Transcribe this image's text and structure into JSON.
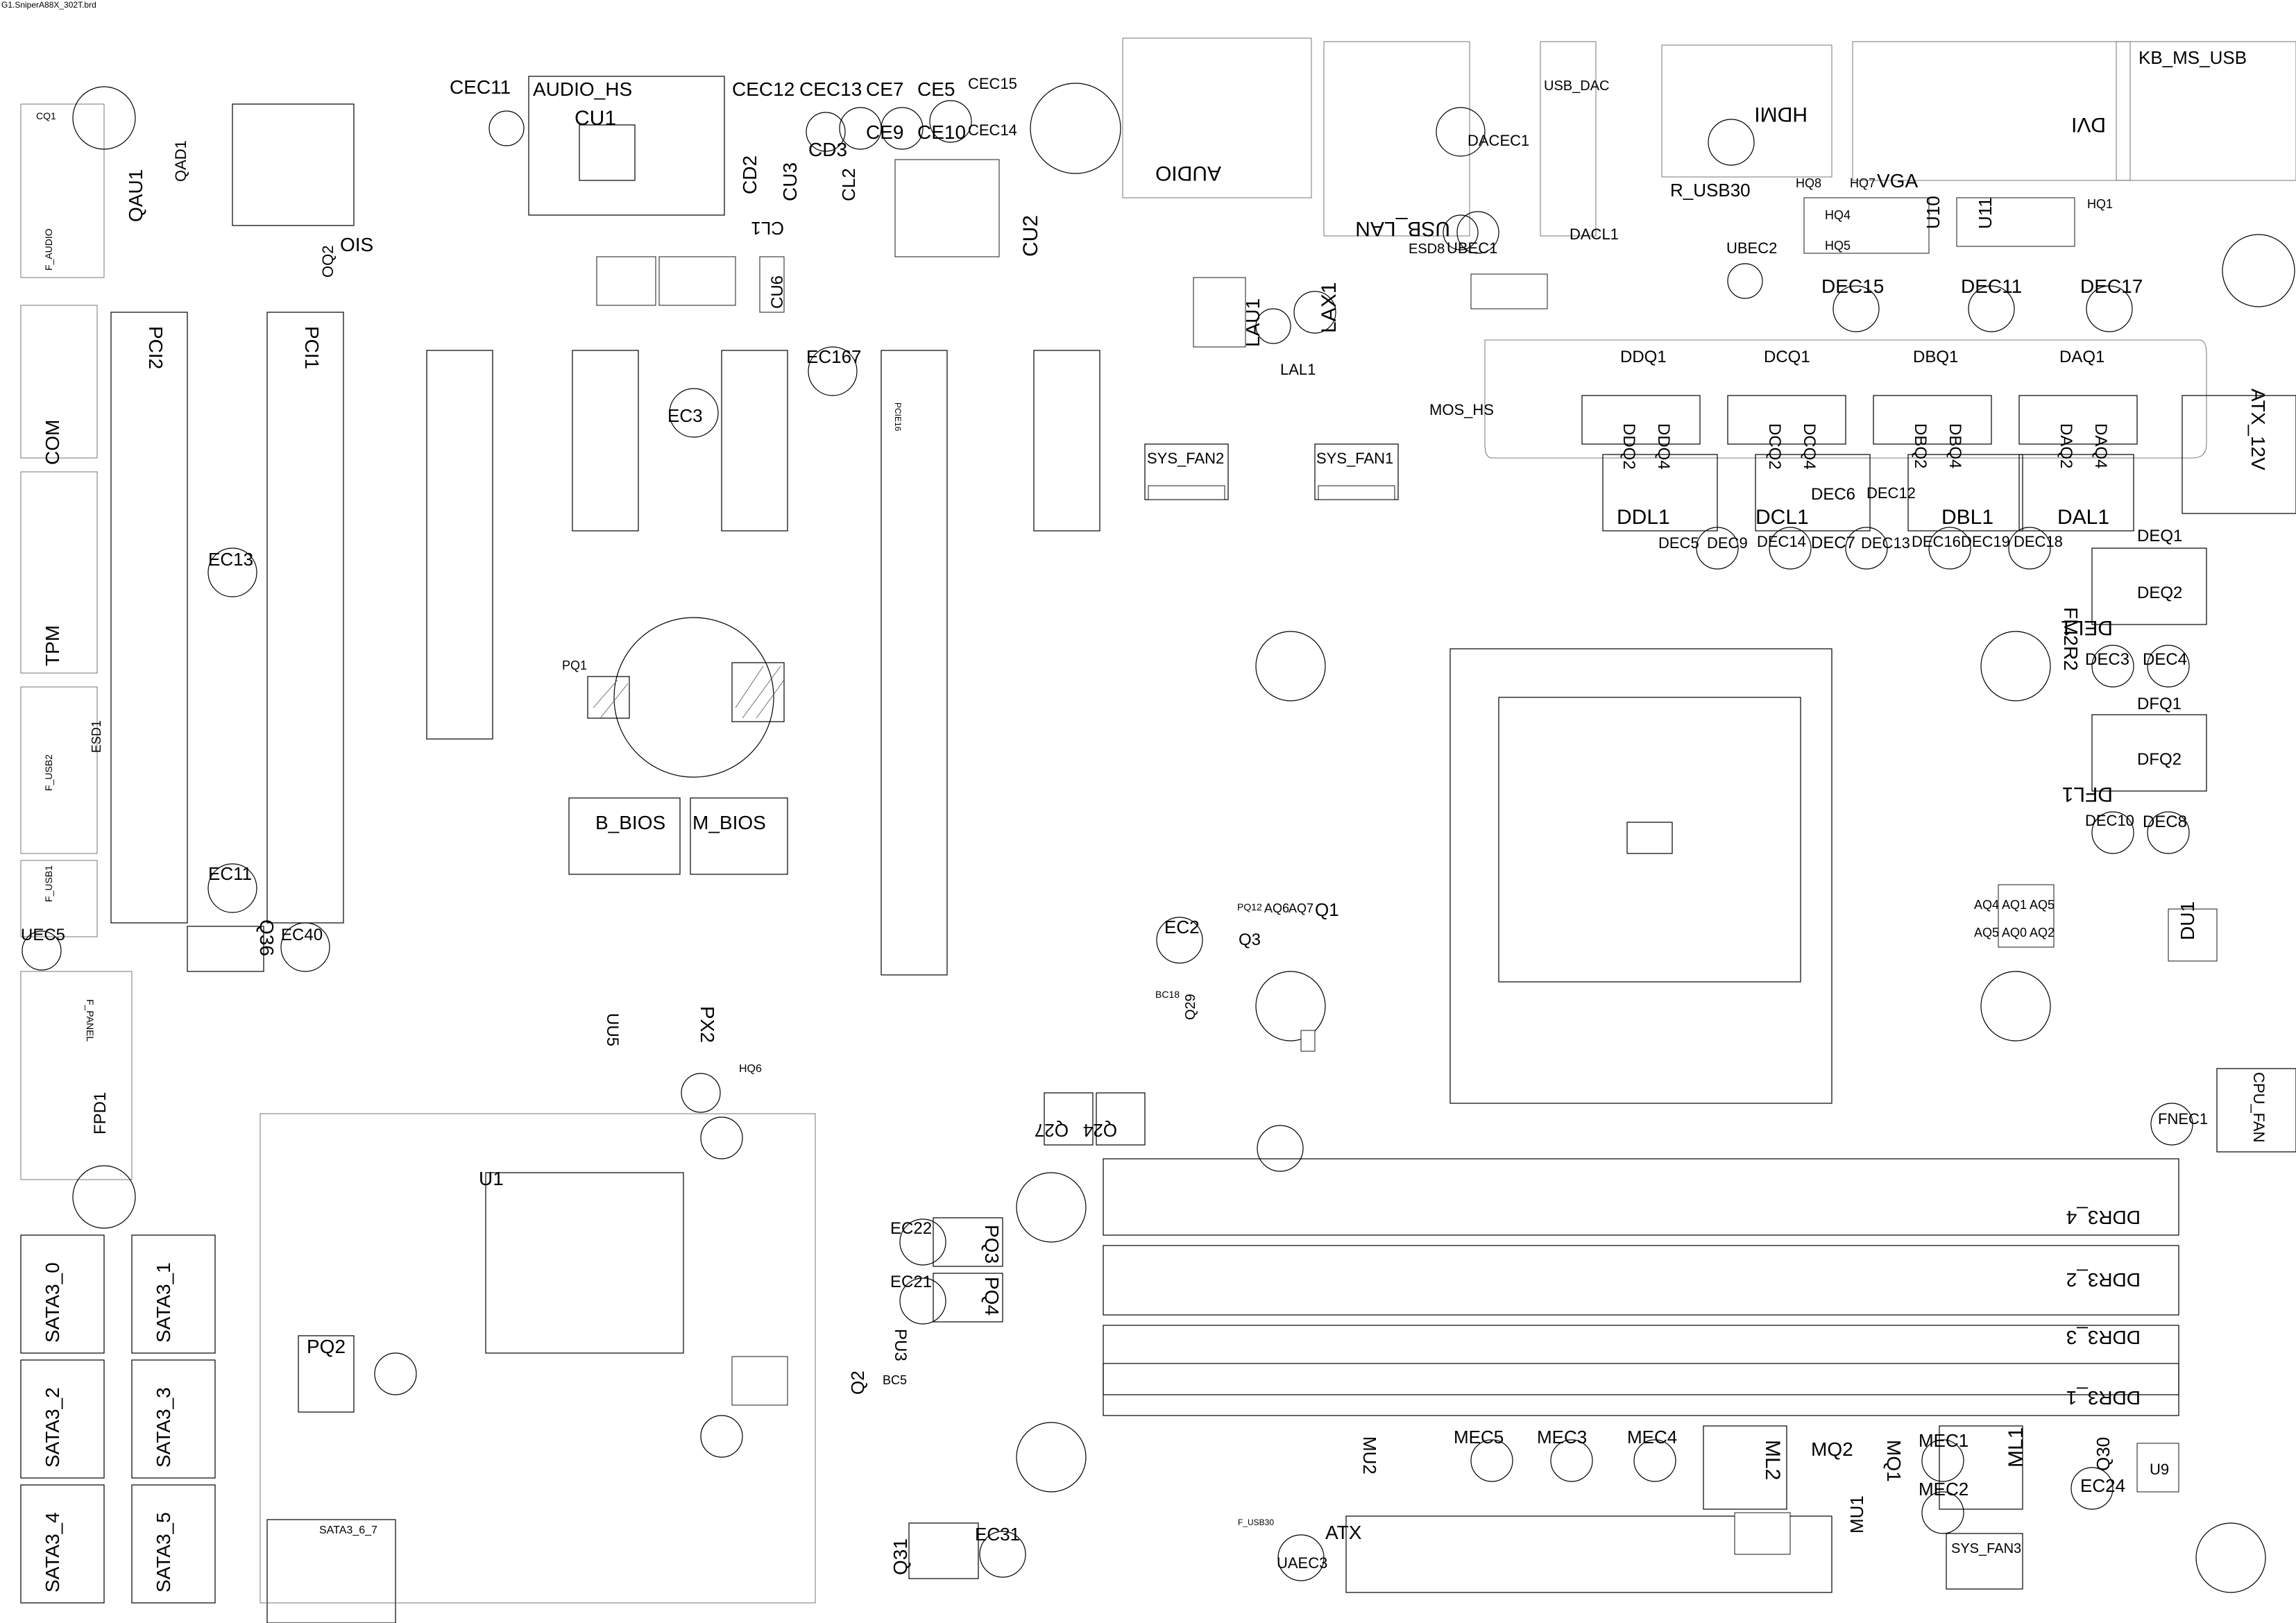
{
  "file_title": "G1.SniperA88X_302T.brd",
  "labels": {
    "cec11": "CEC11",
    "audio_hs": "AUDIO_HS",
    "cu1": "CU1",
    "cec12": "CEC12",
    "cec13": "CEC13",
    "ce7": "CE7",
    "ce5": "CE5",
    "cec15": "CEC15",
    "cec14": "CEC14",
    "ce9": "CE9",
    "ce10": "CE10",
    "cd3": "CD3",
    "cd2": "CD2",
    "cu3": "CU3",
    "cl1": "CL1",
    "cl2": "CL2",
    "cu2": "CU2",
    "cu6": "CU6",
    "audio": "AUDIO",
    "usb_lan": "USB_LAN",
    "usb_dac": "USB_DAC",
    "hdmi": "HDMI",
    "dvi": "DVI",
    "kb_ms_usb": "KB_MS_USB",
    "vga": "VGA",
    "r_usb30": "R_USB30",
    "ubec1": "UBEC1",
    "ubec2": "UBEC2",
    "dacl1": "DACL1",
    "u10": "U10",
    "u11": "U11",
    "dec15": "DEC15",
    "dec11": "DEC11",
    "dec17": "DEC17",
    "lax1": "LAX1",
    "lau1": "LAU1",
    "lal1": "LAL1",
    "mos_hs": "MOS_HS",
    "ddq1": "DDQ1",
    "dcq1": "DCQ1",
    "dbq1": "DBQ1",
    "daq1": "DAQ1",
    "ddq2": "DDQ2",
    "ddq4": "DDQ4",
    "dcq2": "DCQ2",
    "dcq4": "DCQ4",
    "dbq2": "DBQ2",
    "dbq4": "DBQ4",
    "daq2": "DAQ2",
    "daq4": "DAQ4",
    "atx_12v": "ATX_12V",
    "ddl1": "DDL1",
    "dcl1": "DCL1",
    "dbl1": "DBL1",
    "dal1": "DAL1",
    "dec6": "DEC6",
    "dec12": "DEC12",
    "dec5": "DEC5",
    "dec9": "DEC9",
    "dec14": "DEC14",
    "dec7": "DEC7",
    "dec13": "DEC13",
    "dec16": "DEC16",
    "dec19": "DEC19",
    "dec18": "DEC18",
    "deq1": "DEQ1",
    "deq2": "DEQ2",
    "del1": "DEL1",
    "fm2r2": "FM2R2",
    "dec3": "DEC3",
    "dec4": "DEC4",
    "dfq1": "DFQ1",
    "dfq2": "DFQ2",
    "dfl1": "DFL1",
    "dec10": "DEC10",
    "dec8": "DEC8",
    "du1": "DU1",
    "cpu_fan": "CPU_FAN",
    "fnec1": "FNEC1",
    "sys_fan2": "SYS_FAN2",
    "sys_fan1": "SYS_FAN1",
    "pci2": "PCI2",
    "pci1": "PCI1",
    "ois": "OIS",
    "oq2": "OQ2",
    "qau1": "QAU1",
    "qad1": "QAD1",
    "com": "COM",
    "tpm": "TPM",
    "ec13": "EC13",
    "ec11": "EC11",
    "q36": "Q36",
    "ec40": "EC40",
    "uec5": "UEC5",
    "ec167": "EC167",
    "ec3": "EC3",
    "pq1": "PQ1",
    "b_bios": "B_BIOS",
    "m_bios": "M_BIOS",
    "ec2": "EC2",
    "q1": "Q1",
    "q3": "Q3",
    "pq12": "PQ12",
    "aq6": "AQ6",
    "aq7": "AQ7",
    "uu5": "UU5",
    "px2": "PX2",
    "hq6": "HQ6",
    "u1": "U1",
    "pq2": "PQ2",
    "fpd1": "FPD1",
    "f_panel": "F_PANEL",
    "sata3_0": "SATA3_0",
    "sata3_1": "SATA3_1",
    "sata3_2": "SATA3_2",
    "sata3_3": "SATA3_3",
    "sata3_4": "SATA3_4",
    "sata3_5": "SATA3_5",
    "sata3_6_7": "SATA3_6_7",
    "ec22": "EC22",
    "pq3": "PQ3",
    "ec21": "EC21",
    "pq4": "PQ4",
    "pu3": "PU3",
    "q2": "Q2",
    "bc5": "BC5",
    "q27": "Q27",
    "q24": "Q24",
    "ddr3_4": "DDR3_4",
    "ddr3_2": "DDR3_2",
    "ddr3_3": "DDR3_3",
    "ddr3_1": "DDR3_1",
    "mu2": "MU2",
    "mec5": "MEC5",
    "mec3": "MEC3",
    "mec4": "MEC4",
    "ml2": "ML2",
    "mq2": "MQ2",
    "mq1": "MQ1",
    "mec1": "MEC1",
    "mec2": "MEC2",
    "ml1": "ML1",
    "q30": "Q30",
    "ec24": "EC24",
    "u9": "U9",
    "atx": "ATX",
    "uaec3": "UAEC3",
    "mu1": "MU1",
    "sys_fan3": "SYS_FAN3",
    "q31": "Q31",
    "ec31": "EC31",
    "hq8": "HQ8",
    "hq7": "HQ7",
    "hq4": "HQ4",
    "hq5": "HQ5",
    "hq1": "HQ1",
    "esd1": "ESD1",
    "f_usb2": "F_USB2",
    "f_usb1": "F_USB1",
    "f_audio": "F_AUDIO",
    "cq1": "CQ1",
    "aq4": "AQ4",
    "aq1": "AQ1",
    "aq5": "AQ5",
    "aq5b": "AQ5",
    "aq0": "AQ0",
    "aq2": "AQ2",
    "f_usb30": "F_USB30",
    "esd8": "ESD8",
    "dacec1": "DACEC1",
    "pcie16": "PCIE16",
    "bc18": "BC18",
    "q29": "Q29"
  }
}
